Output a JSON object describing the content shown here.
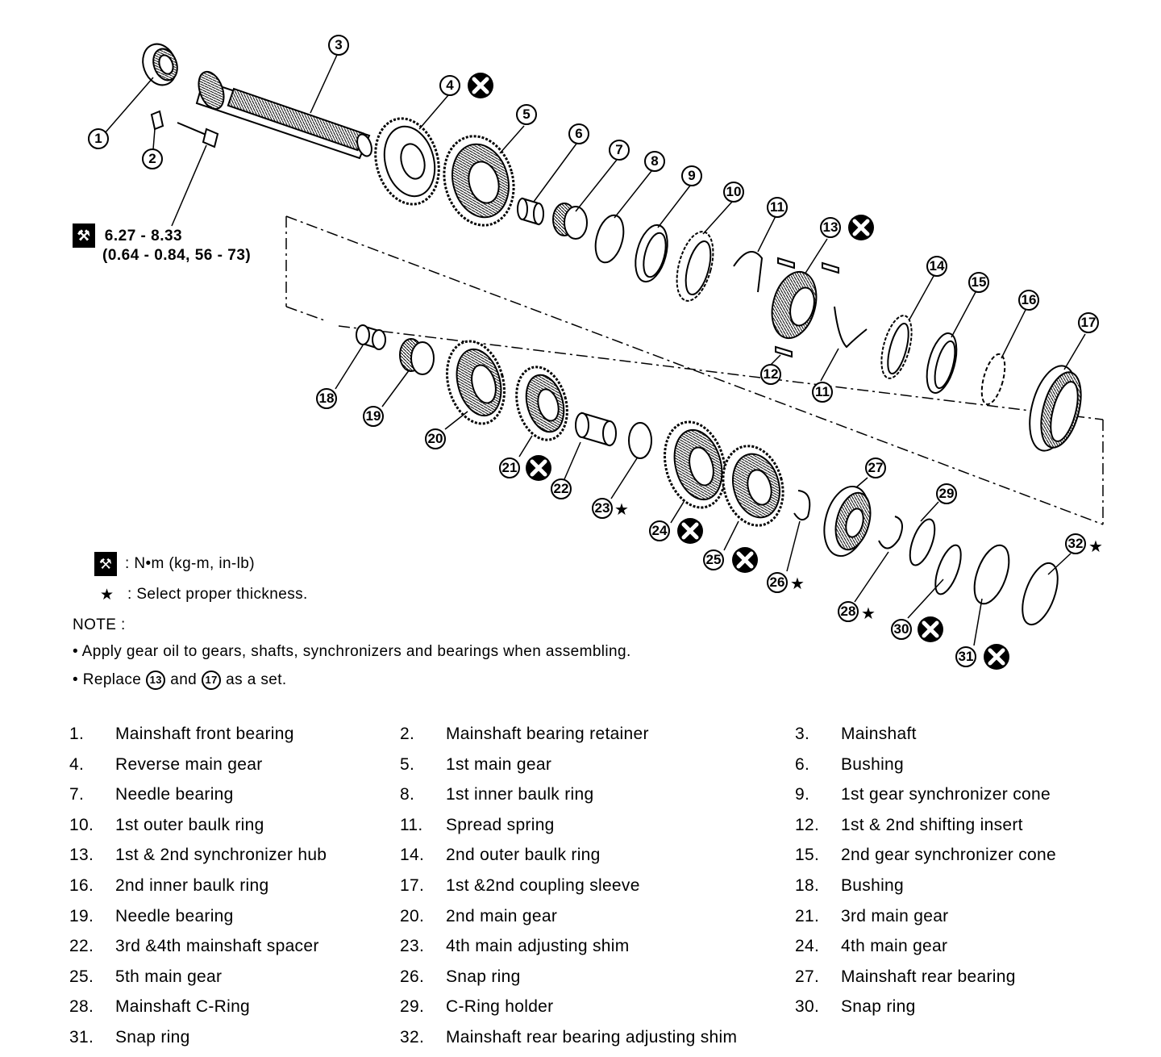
{
  "torque_spec": {
    "line1": "6.27 - 8.33",
    "line2": "(0.64 - 0.84, 56 - 73)"
  },
  "callouts": [
    "1",
    "2",
    "3",
    "4",
    "5",
    "6",
    "7",
    "8",
    "9",
    "10",
    "11",
    "12",
    "13",
    "14",
    "15",
    "16",
    "17",
    "11",
    "18",
    "19",
    "20",
    "21",
    "22",
    "23",
    "24",
    "25",
    "26",
    "27",
    "28",
    "29",
    "30",
    "31",
    "32"
  ],
  "legend": {
    "torque_unit": ": N•m  (kg-m,  in-lb)",
    "star_symbol": "★",
    "star_text": ": Select proper thickness.",
    "note_title": "NOTE :",
    "note_1": "• Apply gear oil to gears, shafts, synchronizers and bearings when assembling.",
    "note_2_prefix": "• Replace",
    "note_2_ref_a": "13",
    "note_2_mid": "and",
    "note_2_ref_b": "17",
    "note_2_suffix": "as a set."
  },
  "parts": [
    {
      "num": "1.",
      "name": "Mainshaft front bearing"
    },
    {
      "num": "2.",
      "name": "Mainshaft bearing retainer"
    },
    {
      "num": "3.",
      "name": "Mainshaft"
    },
    {
      "num": "4.",
      "name": "Reverse main gear"
    },
    {
      "num": "5.",
      "name": "1st main gear"
    },
    {
      "num": "6.",
      "name": "Bushing"
    },
    {
      "num": "7.",
      "name": "Needle bearing"
    },
    {
      "num": "8.",
      "name": "1st inner baulk ring"
    },
    {
      "num": "9.",
      "name": "1st gear synchronizer cone"
    },
    {
      "num": "10.",
      "name": "1st outer baulk ring"
    },
    {
      "num": "11.",
      "name": "Spread spring"
    },
    {
      "num": "12.",
      "name": "1st & 2nd shifting insert"
    },
    {
      "num": "13.",
      "name": "1st & 2nd synchronizer hub"
    },
    {
      "num": "14.",
      "name": "2nd outer baulk ring"
    },
    {
      "num": "15.",
      "name": "2nd gear synchronizer cone"
    },
    {
      "num": "16.",
      "name": "2nd inner baulk ring"
    },
    {
      "num": "17.",
      "name": "1st &2nd coupling sleeve"
    },
    {
      "num": "18.",
      "name": "Bushing"
    },
    {
      "num": "19.",
      "name": "Needle bearing"
    },
    {
      "num": "20.",
      "name": "2nd main gear"
    },
    {
      "num": "21.",
      "name": "3rd main gear"
    },
    {
      "num": "22.",
      "name": "3rd &4th mainshaft spacer"
    },
    {
      "num": "23.",
      "name": "4th main adjusting shim"
    },
    {
      "num": "24.",
      "name": "4th main gear"
    },
    {
      "num": "25.",
      "name": "5th main gear"
    },
    {
      "num": "26.",
      "name": "Snap ring"
    },
    {
      "num": "27.",
      "name": "Mainshaft rear bearing"
    },
    {
      "num": "28.",
      "name": "Mainshaft C-Ring"
    },
    {
      "num": "29.",
      "name": "C-Ring holder"
    },
    {
      "num": "30.",
      "name": "Snap ring"
    },
    {
      "num": "31.",
      "name": "Snap ring"
    },
    {
      "num": "32.",
      "name": "Mainshaft rear bearing adjusting shim"
    }
  ]
}
